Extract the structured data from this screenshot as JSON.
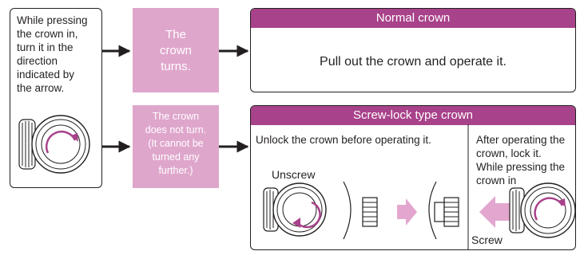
{
  "instruction": {
    "lines": [
      "While pressing",
      "the crown in,",
      "turn it in the",
      "direction",
      "indicated by",
      "the arrow."
    ]
  },
  "outcome_turns": {
    "lines": [
      "The",
      "crown",
      "turns."
    ]
  },
  "outcome_no_turn": {
    "lines": [
      "The crown",
      "does not turn.",
      "(It cannot be",
      "turned any",
      "further.)"
    ]
  },
  "normal": {
    "title": "Normal crown",
    "text": "Pull out the crown and operate it."
  },
  "screw": {
    "title": "Screw-lock type crown",
    "unlock_text": "Unlock the crown before operating it.",
    "unscrew_label": "Unscrew",
    "after_lines": [
      "After operating the",
      "crown, lock it.",
      "While pressing the",
      "crown in"
    ],
    "screw_label": "Screw"
  },
  "colors": {
    "accent": "#a8428a",
    "pink": "#dfa6cc",
    "arrow": "#e3a7cf",
    "line": "#231f20"
  }
}
